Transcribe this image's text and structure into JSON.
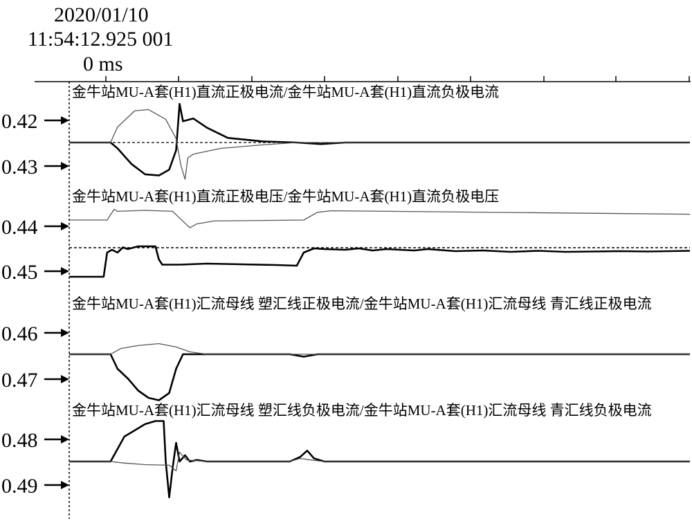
{
  "header": {
    "date": "2020/01/10",
    "time": "11:54:12.925 001",
    "zero_label": "0 ms"
  },
  "chart_data": {
    "type": "line",
    "x_unit": "ms",
    "time_markers": [
      {
        "label": "0.42",
        "y_level": 1
      },
      {
        "label": "0.43",
        "y_level": 2
      },
      {
        "label": "0.44",
        "y_level": 3
      },
      {
        "label": "0.45",
        "y_level": 4
      },
      {
        "label": "0.46",
        "y_level": 5
      },
      {
        "label": "0.47",
        "y_level": 6
      },
      {
        "label": "0.48",
        "y_level": 7
      },
      {
        "label": "0.49",
        "y_level": 8
      }
    ],
    "panels": [
      {
        "label": "金牛站MU-A套(H1)直流正极电流/金牛站MU-A套(H1)直流负极电流",
        "series": [
          {
            "style": "thick",
            "points": [
              [
                0,
                0
              ],
              [
                60,
                0
              ],
              [
                70,
                -0.15
              ],
              [
                90,
                -0.55
              ],
              [
                110,
                -0.82
              ],
              [
                130,
                -0.85
              ],
              [
                145,
                -0.7
              ],
              [
                155,
                -0.2
              ],
              [
                160,
                1.0
              ],
              [
                165,
                0.55
              ],
              [
                180,
                0.62
              ],
              [
                200,
                0.38
              ],
              [
                230,
                0.12
              ],
              [
                280,
                0.03
              ],
              [
                330,
                0
              ],
              [
                365,
                -0.04
              ],
              [
                400,
                0
              ],
              [
                900,
                0
              ]
            ]
          },
          {
            "style": "thin",
            "points": [
              [
                0,
                0
              ],
              [
                60,
                0
              ],
              [
                70,
                0.4
              ],
              [
                95,
                0.82
              ],
              [
                115,
                0.85
              ],
              [
                140,
                0.6
              ],
              [
                155,
                0.1
              ],
              [
                162,
                -0.6
              ],
              [
                168,
                -0.95
              ],
              [
                172,
                -0.4
              ],
              [
                180,
                -0.3
              ],
              [
                220,
                -0.15
              ],
              [
                280,
                -0.06
              ],
              [
                330,
                0
              ],
              [
                900,
                0
              ]
            ]
          }
        ]
      },
      {
        "label": "金牛站MU-A套(H1)直流正极电压/金牛站MU-A套(H1)直流负极电压",
        "series": [
          {
            "style": "thin",
            "points": [
              [
                0,
                0
              ],
              [
                55,
                0
              ],
              [
                65,
                0.55
              ],
              [
                70,
                0.45
              ],
              [
                110,
                0.5
              ],
              [
                150,
                0.45
              ],
              [
                160,
                0.1
              ],
              [
                175,
                -0.4
              ],
              [
                185,
                -0.2
              ],
              [
                210,
                -0.05
              ],
              [
                340,
                0
              ],
              [
                360,
                0.4
              ],
              [
                380,
                0.48
              ],
              [
                900,
                0.3
              ]
            ]
          }
        ]
      },
      {
        "label": "",
        "series": [
          {
            "style": "thick",
            "points": [
              [
                0,
                -0.2
              ],
              [
                50,
                -0.2
              ],
              [
                55,
                0.5
              ],
              [
                62,
                0.58
              ],
              [
                70,
                0.5
              ],
              [
                78,
                0.65
              ],
              [
                85,
                0.6
              ],
              [
                100,
                0.68
              ],
              [
                125,
                0.68
              ],
              [
                130,
                0.3
              ],
              [
                135,
                0.15
              ],
              [
                160,
                0.15
              ],
              [
                200,
                0.18
              ],
              [
                250,
                0.16
              ],
              [
                300,
                0.14
              ],
              [
                330,
                0.12
              ],
              [
                340,
                0.5
              ],
              [
                355,
                0.62
              ],
              [
                370,
                0.6
              ],
              [
                400,
                0.58
              ],
              [
                420,
                0.62
              ],
              [
                440,
                0.56
              ],
              [
                460,
                0.6
              ],
              [
                500,
                0.56
              ],
              [
                520,
                0.6
              ],
              [
                560,
                0.54
              ],
              [
                600,
                0.56
              ],
              [
                640,
                0.52
              ],
              [
                680,
                0.55
              ],
              [
                720,
                0.52
              ],
              [
                760,
                0.53
              ],
              [
                800,
                0.54
              ],
              [
                840,
                0.53
              ],
              [
                900,
                0.55
              ]
            ]
          }
        ]
      },
      {
        "label": "金牛站MU-A套(H1)汇流母线 塑汇线正极电流/金牛站MU-A套(H1)汇流母线 青汇线正极电流",
        "series": [
          {
            "style": "thick",
            "points": [
              [
                0,
                0
              ],
              [
                60,
                0
              ],
              [
                70,
                -0.3
              ],
              [
                85,
                -0.5
              ],
              [
                100,
                -0.75
              ],
              [
                115,
                -0.9
              ],
              [
                130,
                -0.95
              ],
              [
                145,
                -0.8
              ],
              [
                155,
                -0.3
              ],
              [
                165,
                0
              ],
              [
                200,
                0
              ],
              [
                320,
                0
              ],
              [
                340,
                -0.05
              ],
              [
                360,
                0
              ],
              [
                900,
                0
              ]
            ]
          },
          {
            "style": "thin",
            "points": [
              [
                0,
                0
              ],
              [
                60,
                0
              ],
              [
                75,
                0.12
              ],
              [
                100,
                0.18
              ],
              [
                130,
                0.22
              ],
              [
                155,
                0.15
              ],
              [
                175,
                0.05
              ],
              [
                200,
                0
              ],
              [
                900,
                0
              ]
            ]
          }
        ]
      },
      {
        "label": "金牛站MU-A套(H1)汇流母线 塑汇线负极电流/金牛站MU-A套(H1)汇流母线 青汇线负极电流",
        "series": [
          {
            "style": "thick",
            "points": [
              [
                0,
                0
              ],
              [
                60,
                0
              ],
              [
                70,
                0.4
              ],
              [
                80,
                0.8
              ],
              [
                95,
                1.0
              ],
              [
                110,
                1.2
              ],
              [
                125,
                1.3
              ],
              [
                137,
                1.3
              ],
              [
                140,
                0
              ],
              [
                145,
                -1.15
              ],
              [
                150,
                -0.2
              ],
              [
                155,
                0.6
              ],
              [
                160,
                0
              ],
              [
                168,
                0.2
              ],
              [
                175,
                0
              ],
              [
                185,
                0.05
              ],
              [
                200,
                0
              ],
              [
                320,
                0
              ],
              [
                335,
                0.15
              ],
              [
                345,
                0.35
              ],
              [
                355,
                0.1
              ],
              [
                370,
                0
              ],
              [
                900,
                0
              ]
            ]
          },
          {
            "style": "thin",
            "points": [
              [
                0,
                0
              ],
              [
                60,
                0
              ],
              [
                80,
                -0.05
              ],
              [
                110,
                -0.1
              ],
              [
                145,
                -0.12
              ],
              [
                155,
                -0.3
              ],
              [
                160,
                0.3
              ],
              [
                170,
                0.05
              ],
              [
                200,
                0
              ],
              [
                320,
                0
              ],
              [
                335,
                0.1
              ],
              [
                350,
                0.05
              ],
              [
                370,
                0
              ],
              [
                900,
                0
              ]
            ]
          }
        ]
      }
    ]
  }
}
